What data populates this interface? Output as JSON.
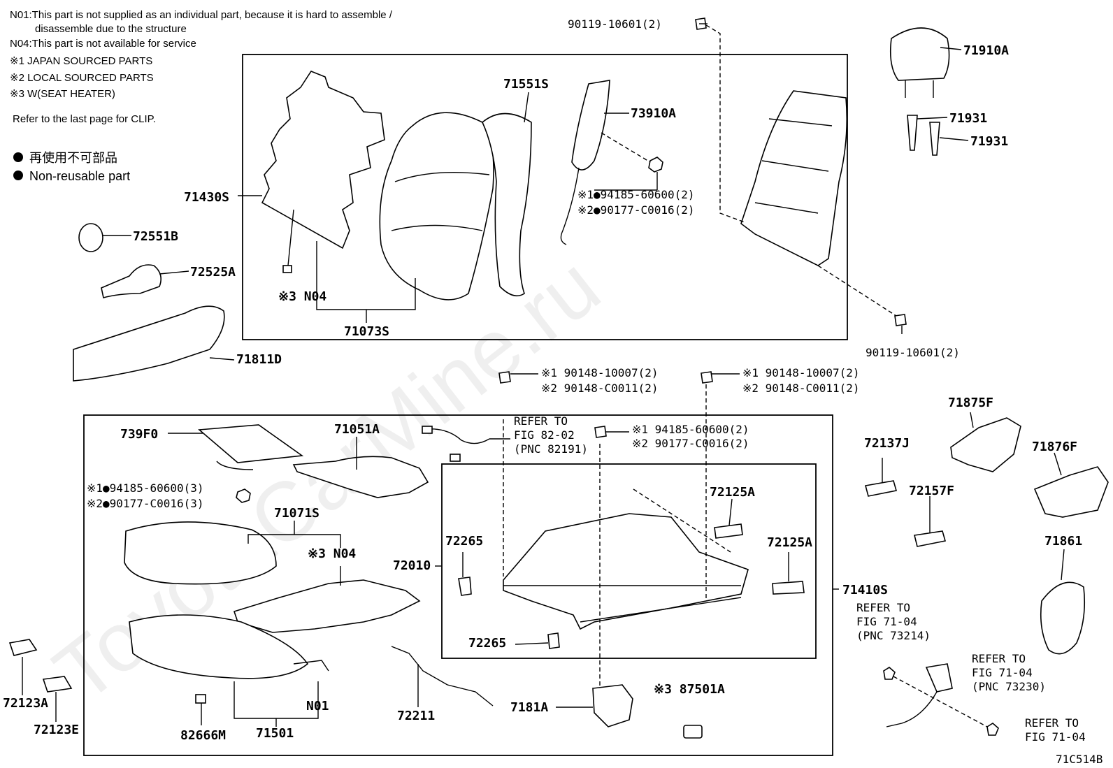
{
  "notes": [
    "N01:This part is not supplied as an individual part, because it is hard to assemble /",
    "disassemble due to the structure",
    "N04:This part is not available for service",
    "※1 JAPAN SOURCED PARTS",
    "※2 LOCAL SOURCED PARTS",
    "※3 W(SEAT HEATER)",
    "Refer to the last page for CLIP."
  ],
  "legend": {
    "non_reusable_jp": "再使用不可部品",
    "non_reusable_en": "Non-reusable part"
  },
  "watermark": "ToyotaCarMine.ru",
  "diagram_code": "71C514B",
  "labels": {
    "p90119_top": "90119-10601(2)",
    "p71551S": "71551S",
    "p73910A": "73910A",
    "p71910A": "71910A",
    "p71931_a": "71931",
    "p71931_b": "71931",
    "p71430S": "71430S",
    "p94185_a": "※1●94185-60600(2)",
    "p90177_a": "※2●90177-C0016(2)",
    "p72551B": "72551B",
    "p72525A": "72525A",
    "pN04_top": "※3 N04",
    "p71073S": "71073S",
    "p71811D": "71811D",
    "p90119_bot": "90119-10601(2)",
    "p90148_l1": "※1 90148-10007(2)",
    "p90148_l2": "※2 90148-C0011(2)",
    "p90148_r1": "※1 90148-10007(2)",
    "p90148_r2": "※2 90148-C0011(2)",
    "p739F0": "739F0",
    "p71051A": "71051A",
    "ref82_1": "REFER TO",
    "ref82_2": "FIG 82-02",
    "ref82_3": "(PNC 82191)",
    "p94185_b": "※1 94185-60600(2)",
    "p90177_b": "※2 90177-C0016(2)",
    "p94185_c": "※1●94185-60600(3)",
    "p90177_c": "※2●90177-C0016(3)",
    "p71071S": "71071S",
    "pN04_bot": "※3 N04",
    "p72010": "72010",
    "p72265_a": "72265",
    "p72265_b": "72265",
    "p72125A_a": "72125A",
    "p72125A_b": "72125A",
    "p71410S": "71410S",
    "p72137J": "72137J",
    "p71875F": "71875F",
    "p71876F": "71876F",
    "p72157F": "72157F",
    "p71861": "71861",
    "ref7104a_1": "REFER TO",
    "ref7104a_2": "FIG 71-04",
    "ref7104a_3": "(PNC 73214)",
    "ref7104b_1": "REFER TO",
    "ref7104b_2": "FIG 71-04",
    "ref7104b_3": "(PNC 73230)",
    "ref7104c_1": "REFER TO",
    "ref7104c_2": "FIG 71-04",
    "p72123A": "72123A",
    "p72123E": "72123E",
    "p82666M": "82666M",
    "p71501": "71501",
    "pN01": "N01",
    "p72211": "72211",
    "p7181A": "7181A",
    "p87501A": "※3 87501A"
  }
}
